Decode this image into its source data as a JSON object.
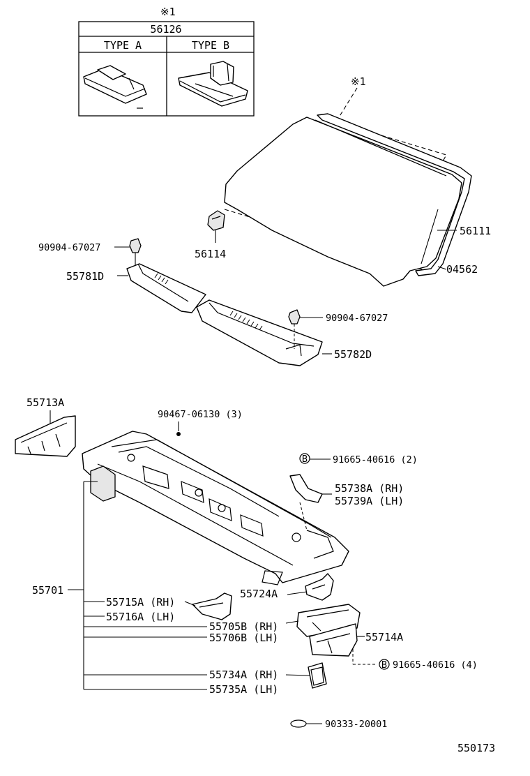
{
  "inset": {
    "note_mark": "※1",
    "part_number": "56126",
    "type_a": "TYPE  A",
    "type_b": "TYPE  B"
  },
  "windshield_note": "※1",
  "labels": {
    "p56111": "56111",
    "p04562": "04562",
    "p56114": "56114",
    "p90904_left": "90904-67027",
    "p55781d": "55781D",
    "p90904_right": "90904-67027",
    "p55782d": "55782D",
    "p55713a": "55713A",
    "p90467": "90467-06130 (3)",
    "b_mark_top": "B",
    "p91665_top": "91665-40616 (2)",
    "p55738a": "55738A (RH)",
    "p55739a": "55739A (LH)",
    "p55701": "55701",
    "p55724a": "55724A",
    "p55715a": "55715A (RH)",
    "p55716a": "55716A (LH)",
    "p55705b": "55705B (RH)",
    "p55706b": "55706B (LH)",
    "p55714a": "55714A",
    "b_mark_bottom": "B",
    "p91665_bottom": "91665-40616 (4)",
    "p55734a": "55734A (RH)",
    "p55735a": "55735A (LH)",
    "p90333": "90333-20001"
  },
  "diagram_id": "550173",
  "icons": [
    "windshield-glass",
    "weatherstrip-molding",
    "mirror-stay",
    "clip",
    "cowl-louver-rh",
    "cowl-louver-lh",
    "cowl-panel",
    "bracket",
    "grommet"
  ]
}
